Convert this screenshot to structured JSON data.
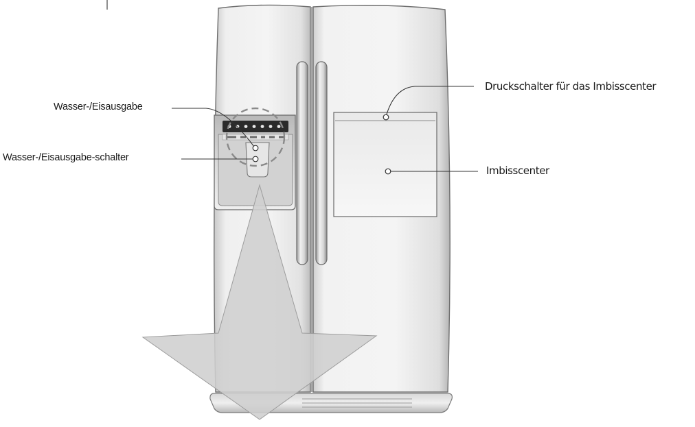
{
  "labels": {
    "water_ice_dispenser": "Wasser-/Eisausgabe",
    "water_ice_dispenser_switch": "Wasser-/Eisausgabe-schalter",
    "snack_center_switch": "Druckschalter für das Imbisscenter",
    "snack_center": "Imbisscenter"
  },
  "colors": {
    "fridge_light": "#f3f3f3",
    "fridge_mid": "#d6d6d6",
    "fridge_dark": "#a9a9a9",
    "outline": "#6e6e6e",
    "arrow_fill": "#cfcfcf",
    "leader_line": "#333333",
    "display_panel": "#2b2b2b"
  },
  "icons": [
    "down-arrow-icon"
  ]
}
